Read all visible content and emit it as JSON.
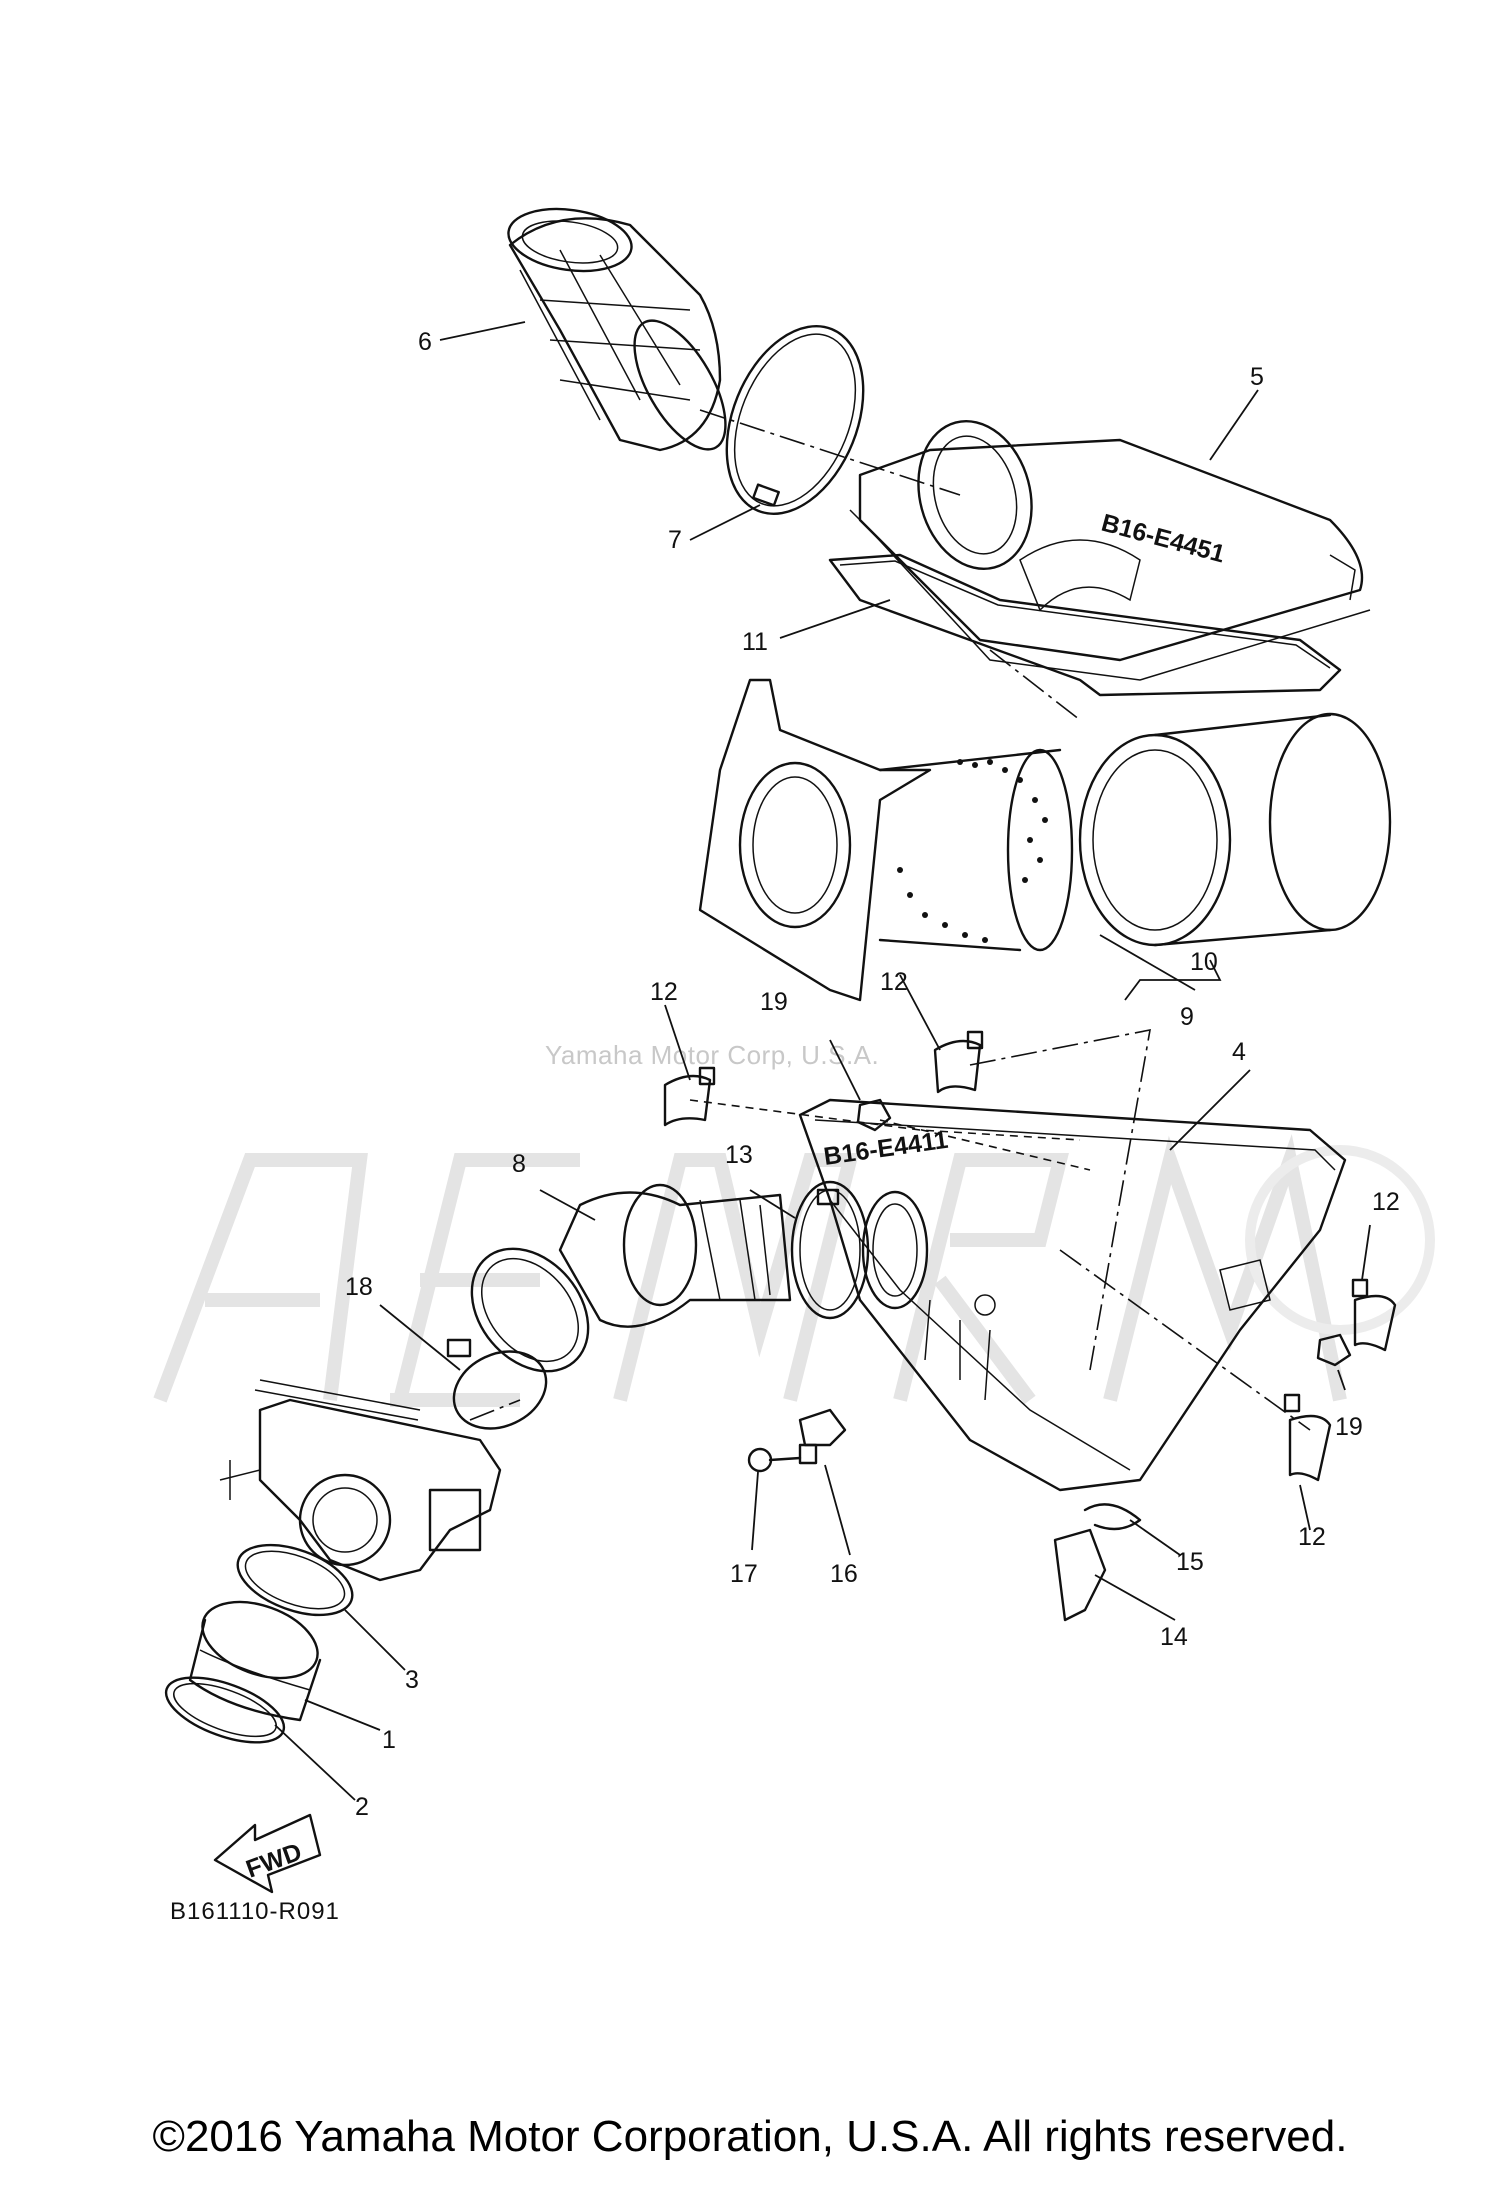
{
  "watermark": {
    "text": "Yamaha Motor Corp, U.S.A."
  },
  "diagram": {
    "code": "B161110-R091",
    "fwd_label": "FWD",
    "box_marking_lower": "B16-E4411",
    "box_marking_upper": "B16-E4451",
    "callouts": [
      "1",
      "2",
      "3",
      "4",
      "5",
      "6",
      "7",
      "8",
      "9",
      "10",
      "11",
      "12",
      "13",
      "14",
      "15",
      "16",
      "17",
      "18",
      "19"
    ]
  },
  "footer": {
    "copyright": "©2016 Yamaha Motor Corporation, U.S.A. All rights reserved."
  }
}
